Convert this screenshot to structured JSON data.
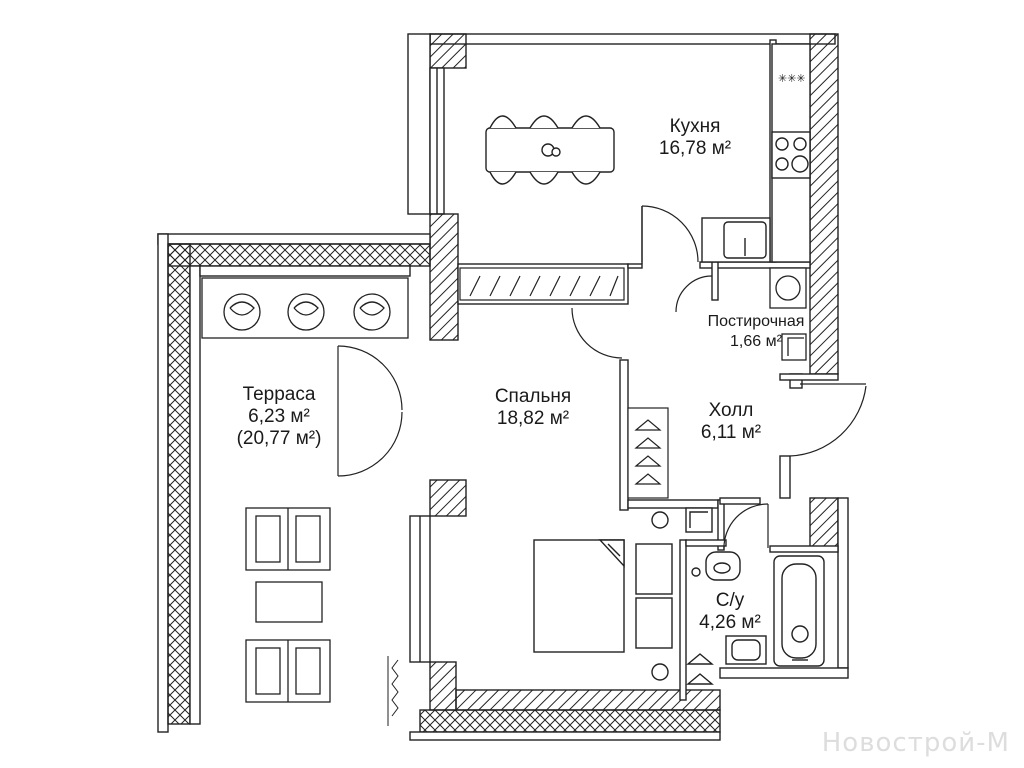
{
  "rooms": {
    "kitchen": {
      "name": "Кухня",
      "area": "16,78 м²"
    },
    "storage": {
      "name": "Постирочная",
      "area": "1,66 м²"
    },
    "bedroom": {
      "name": "Спальня",
      "area": "18,82 м²"
    },
    "hall": {
      "name": "Холл",
      "area": "6,11 м²"
    },
    "terrace": {
      "name": "Терраса",
      "area": "6,23 м²",
      "area_full": "(20,77 м²)"
    },
    "bathroom": {
      "name": "С/у",
      "area": "4,26 м²"
    }
  },
  "watermark": "Новострой-М"
}
